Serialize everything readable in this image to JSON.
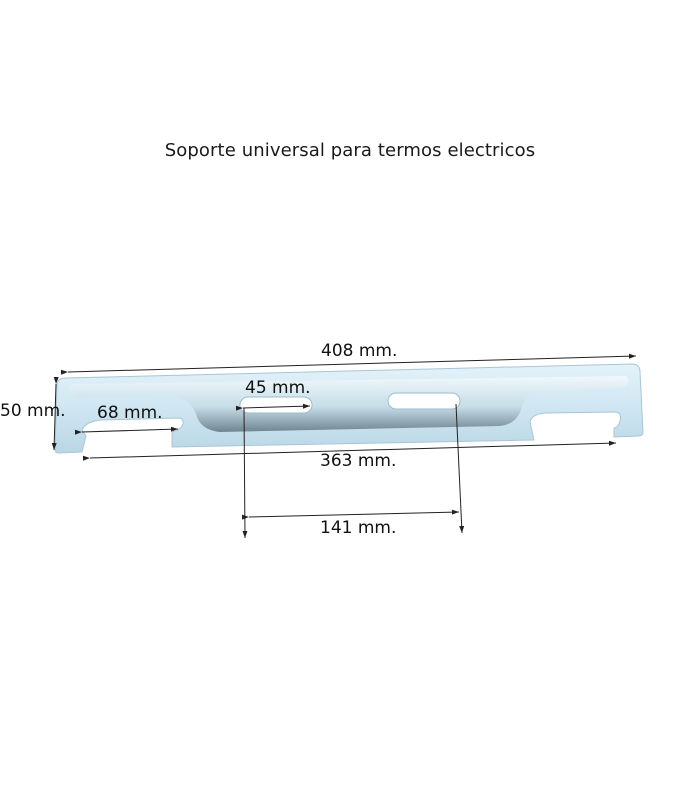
{
  "title": "Soporte universal para termos electricos",
  "product": {
    "name": "bracket",
    "color": "#cfe6f2",
    "shadow_color": "#6f8a96"
  },
  "dimensions": {
    "overall_length": "408 mm.",
    "height": "50 mm.",
    "hook_slot": "68 mm.",
    "center_slot": "45 mm.",
    "hook_spacing": "363 mm.",
    "slot_spacing": "141 mm."
  }
}
